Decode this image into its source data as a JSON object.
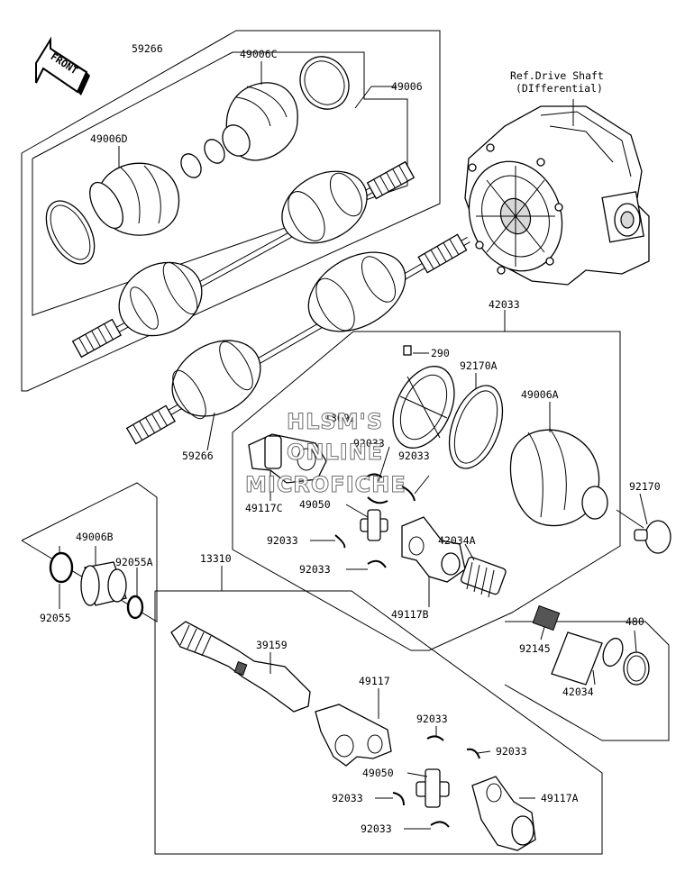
{
  "front_label": "FRONT",
  "watermark": {
    "line1": "HLSM'S",
    "line2": "ONLINE",
    "line3": "MICROFICHE"
  },
  "ref": {
    "line1": "Ref.Drive Shaft",
    "line2": "(DIfferential)"
  },
  "labels": {
    "p59266_top": "59266",
    "p49006C": "49006C",
    "p49006": "49006",
    "p49006D": "49006D",
    "p59266_bottom": "59266",
    "p42033": "42033",
    "p290": "290",
    "p92170A": "92170A",
    "p49006A": "49006A",
    "p13091": "13091",
    "p92033_a": "92033",
    "p92033_b": "92033",
    "p49050_upper": "49050",
    "p49117C": "49117C",
    "p92033_c": "92033",
    "p92033_d": "92033",
    "p42034A": "42034A",
    "p49117B": "49117B",
    "p92170": "92170",
    "p49006B": "49006B",
    "p92055A": "92055A",
    "p92055": "92055",
    "p13310": "13310",
    "p39159": "39159",
    "p49117": "49117",
    "p92145": "92145",
    "p42034": "42034",
    "p480": "480",
    "p92033_e": "92033",
    "p92033_f": "92033",
    "p49050_lower": "49050",
    "p92033_g": "92033",
    "p49117A": "49117A",
    "p92033_h": "92033"
  }
}
